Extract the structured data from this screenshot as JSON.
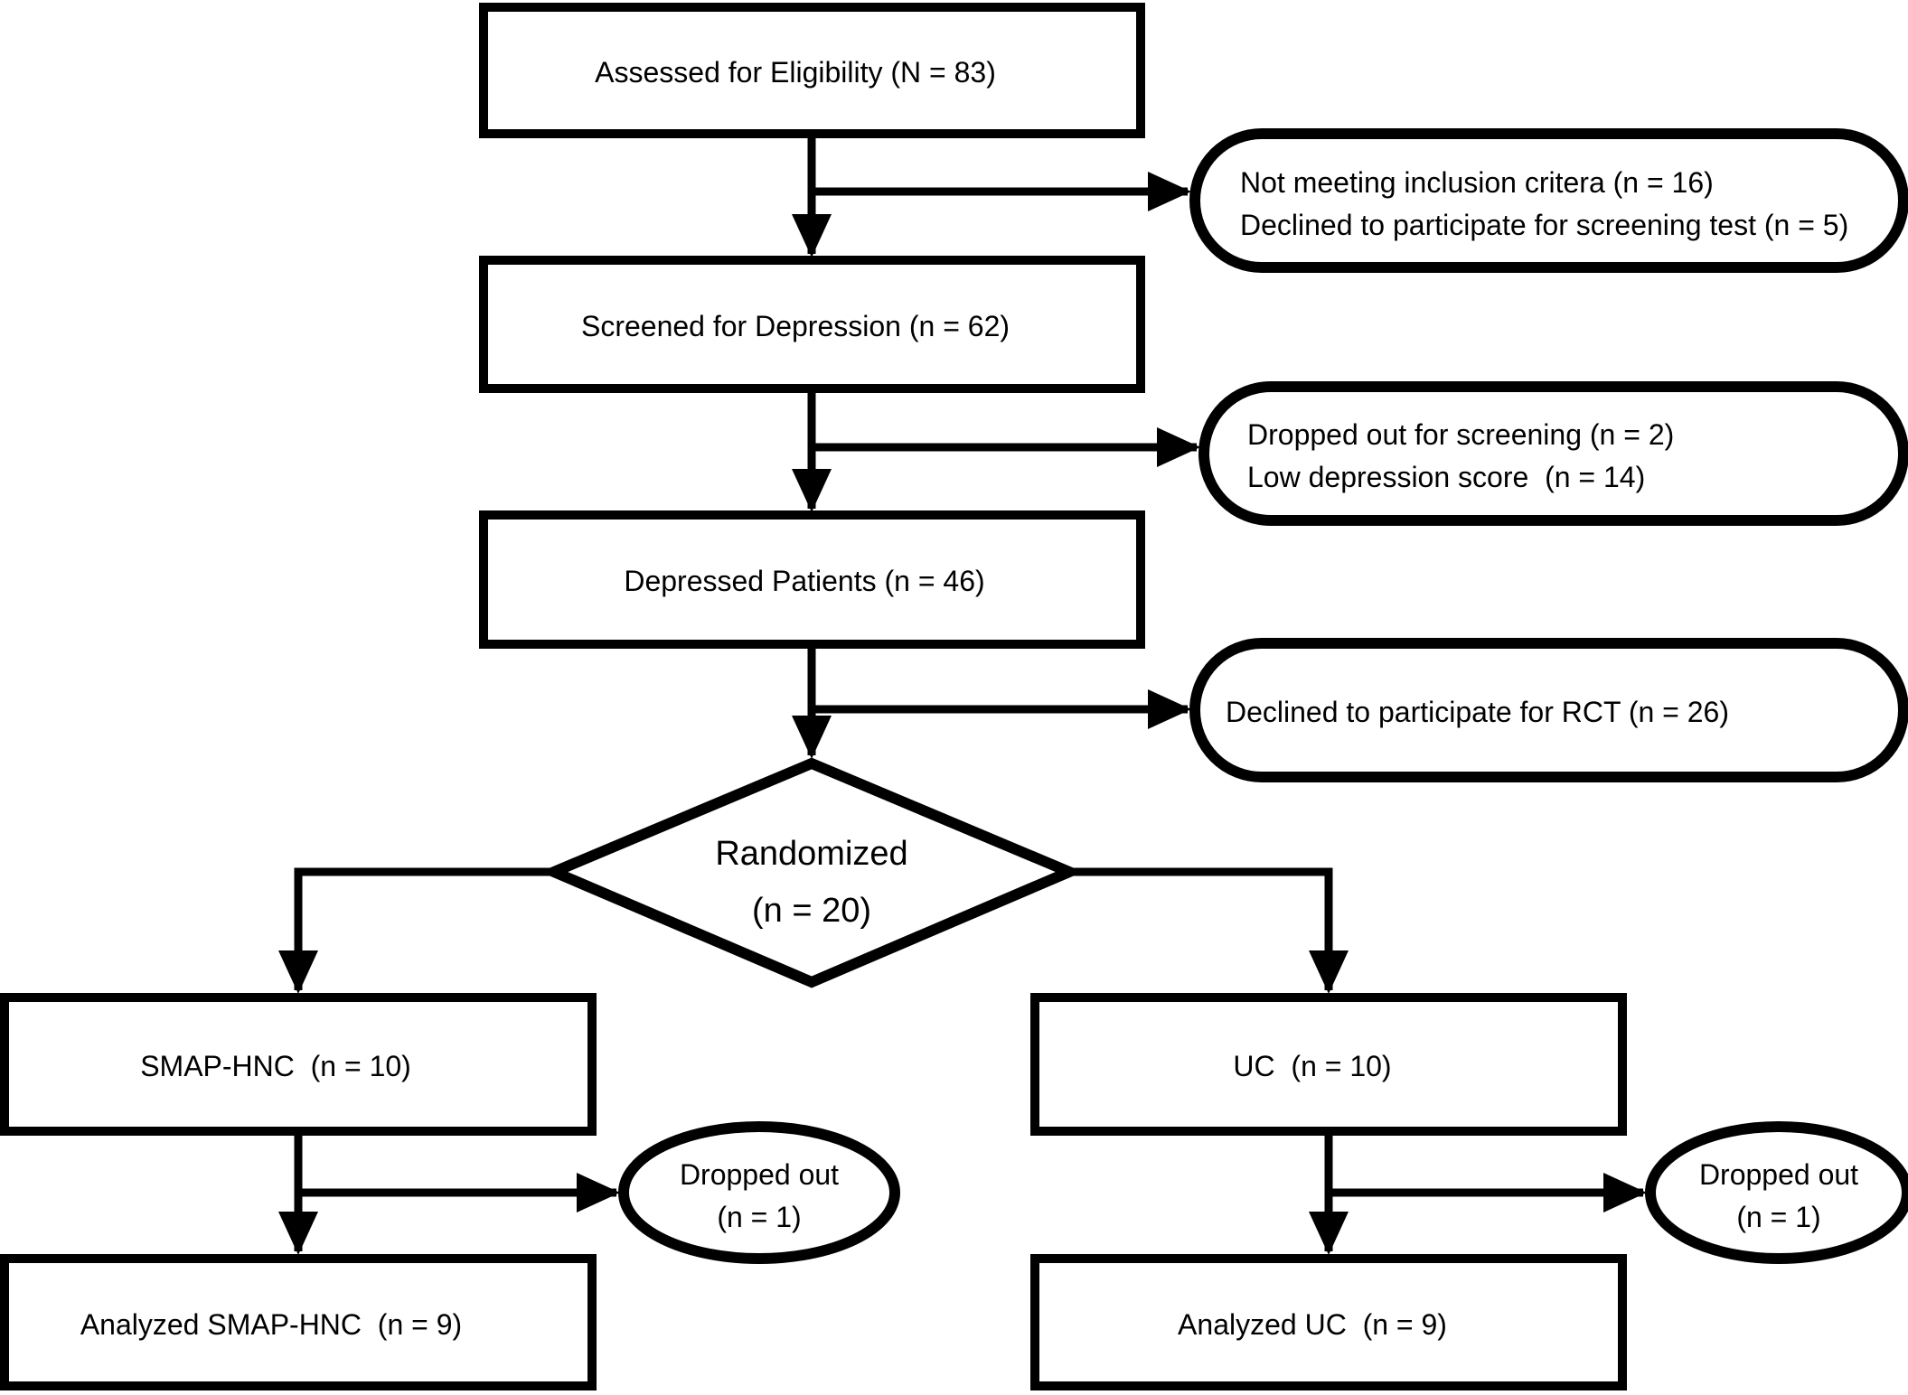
{
  "diagram": {
    "kind": "flowchart",
    "colors": {
      "stroke": "#000000",
      "fill": "#ffffff",
      "background": "#ffffff"
    },
    "nodes": {
      "assessed": {
        "shape": "rect",
        "label": "Assessed for Eligibility (N = 83)"
      },
      "not_meeting": {
        "shape": "stadium",
        "lines": [
          "Not meeting inclusion critera (n = 16)",
          "Declined to participate for screening test (n = 5)"
        ]
      },
      "screened": {
        "shape": "rect",
        "label": "Screened for Depression (n = 62)"
      },
      "screening_dropout": {
        "shape": "stadium",
        "lines": [
          "Dropped out for screening (n = 2)",
          "Low depression score  (n = 14)"
        ]
      },
      "depressed": {
        "shape": "rect",
        "label": "Depressed Patients (n = 46)"
      },
      "rct_declined": {
        "shape": "stadium",
        "lines": [
          "Declined to participate for RCT (n = 26)"
        ]
      },
      "randomized": {
        "shape": "diamond",
        "lines": [
          "Randomized",
          "(n = 20)"
        ]
      },
      "smap_hnc": {
        "shape": "rect",
        "label": "SMAP-HNC  (n = 10)"
      },
      "uc": {
        "shape": "rect",
        "label": "UC  (n = 10)"
      },
      "smap_dropped_out": {
        "shape": "ellipse",
        "lines": [
          "Dropped out",
          "(n = 1)"
        ]
      },
      "uc_dropped_out": {
        "shape": "ellipse",
        "lines": [
          "Dropped out",
          "(n = 1)"
        ]
      },
      "analyzed_smap_hnc": {
        "shape": "rect",
        "label": "Analyzed SMAP-HNC  (n = 9)"
      },
      "analyzed_uc": {
        "shape": "rect",
        "label": "Analyzed UC  (n = 9)"
      }
    },
    "edges": [
      {
        "from": "assessed",
        "to": "screened"
      },
      {
        "from": "assessed",
        "to": "not_meeting"
      },
      {
        "from": "screened",
        "to": "depressed"
      },
      {
        "from": "screened",
        "to": "screening_dropout"
      },
      {
        "from": "depressed",
        "to": "randomized"
      },
      {
        "from": "depressed",
        "to": "rct_declined"
      },
      {
        "from": "randomized",
        "to": "smap_hnc"
      },
      {
        "from": "randomized",
        "to": "uc"
      },
      {
        "from": "smap_hnc",
        "to": "analyzed_smap_hnc"
      },
      {
        "from": "smap_hnc",
        "to": "smap_dropped_out"
      },
      {
        "from": "uc",
        "to": "analyzed_uc"
      },
      {
        "from": "uc",
        "to": "uc_dropped_out"
      }
    ]
  }
}
